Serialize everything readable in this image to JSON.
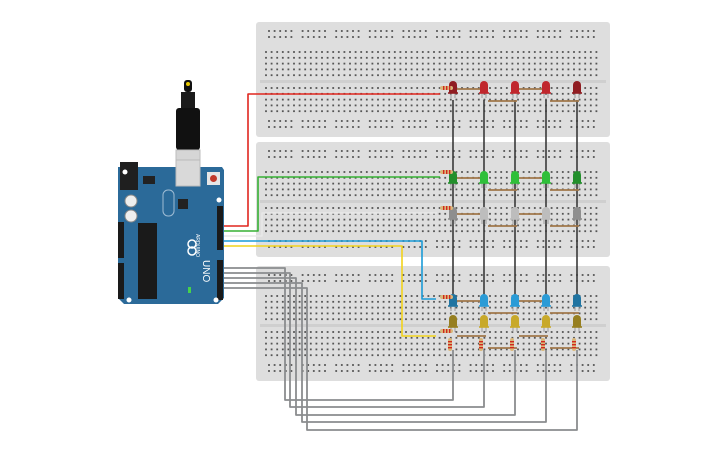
{
  "arduino": {
    "brand": "ARDUINO",
    "model": "UNO",
    "board_color": "#2b6a99"
  },
  "breadboards": 3,
  "led_colors": {
    "red": "#c0272d",
    "green": "#2fbf3a",
    "gray": "#bdbdbd",
    "blue": "#2a9bd6",
    "yellow": "#c8a92a"
  },
  "wire_colors": {
    "red": "#e0261f",
    "green": "#36b034",
    "white": "#e8e8e8",
    "blue": "#1a9bd7",
    "yellow": "#f2d31b",
    "gray": "#8a8c8e",
    "black": "#3a3a3a",
    "brown": "#a0774a"
  }
}
